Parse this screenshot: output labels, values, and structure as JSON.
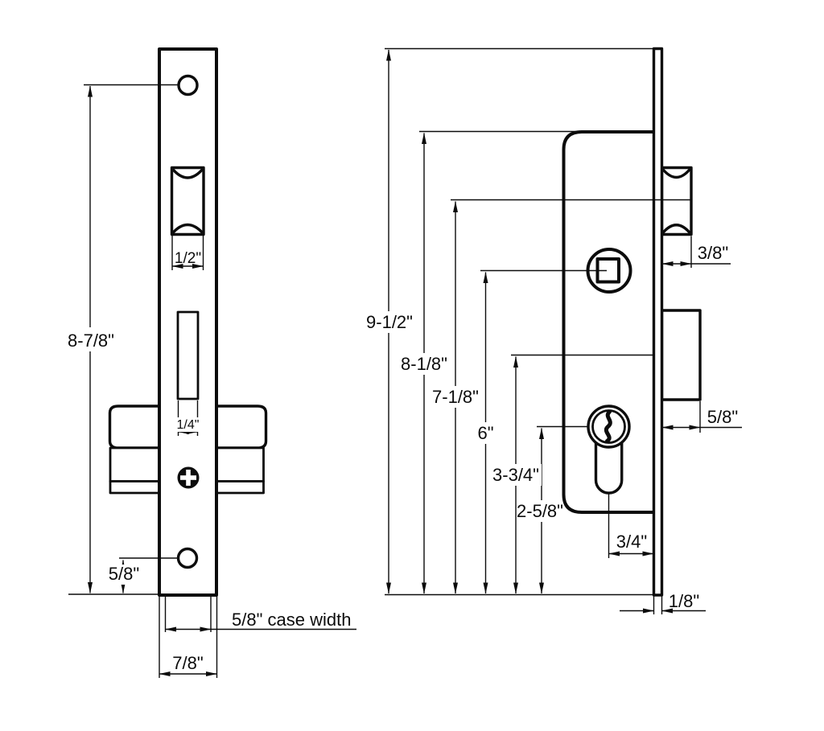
{
  "drawing": {
    "line_color": "#0c0c0c",
    "background_color": "#ffffff"
  },
  "front_view": {
    "dims": {
      "latch_width": "1/2\"",
      "overall_height": "8-7/8\"",
      "deadbolt_slot_width": "1/4\"",
      "bottom_hole_to_end": "5/8\"",
      "case_width": "5/8\" case width",
      "faceplate_width": "7/8\""
    }
  },
  "side_view": {
    "dims": {
      "faceplate_height": "9-1/2\"",
      "case_height": "8-1/8\"",
      "latch_center_height": "7-1/8\"",
      "spindle_center_height": "6\"",
      "deadbolt_center_height": "3-3/4\"",
      "cylinder_center_height": "2-5/8\"",
      "latch_projection": "3/8\"",
      "deadbolt_projection": "5/8\"",
      "cylinder_backset": "3/4\"",
      "faceplate_thickness": "1/8\""
    }
  }
}
